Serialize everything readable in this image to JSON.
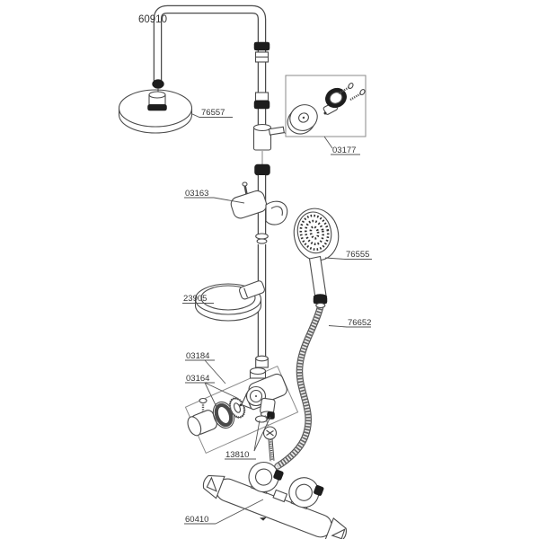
{
  "diagram": {
    "product_code": "60910",
    "part_labels": {
      "overhead_shower": "76557",
      "wall_bracket": "03177",
      "slider_holder": "03163",
      "hand_shower": "76555",
      "soap_dish": "23905",
      "hose": "76652",
      "diverter_assembly": "03184",
      "diverter_parts": "03164",
      "connector_set": "13810",
      "mixer": "60410"
    },
    "colors": {
      "background": "#ffffff",
      "line": "#4a4a4a",
      "dark_part": "#1d1d1d",
      "label_text": "#333333",
      "box_outline": "#8a8a8a"
    }
  }
}
